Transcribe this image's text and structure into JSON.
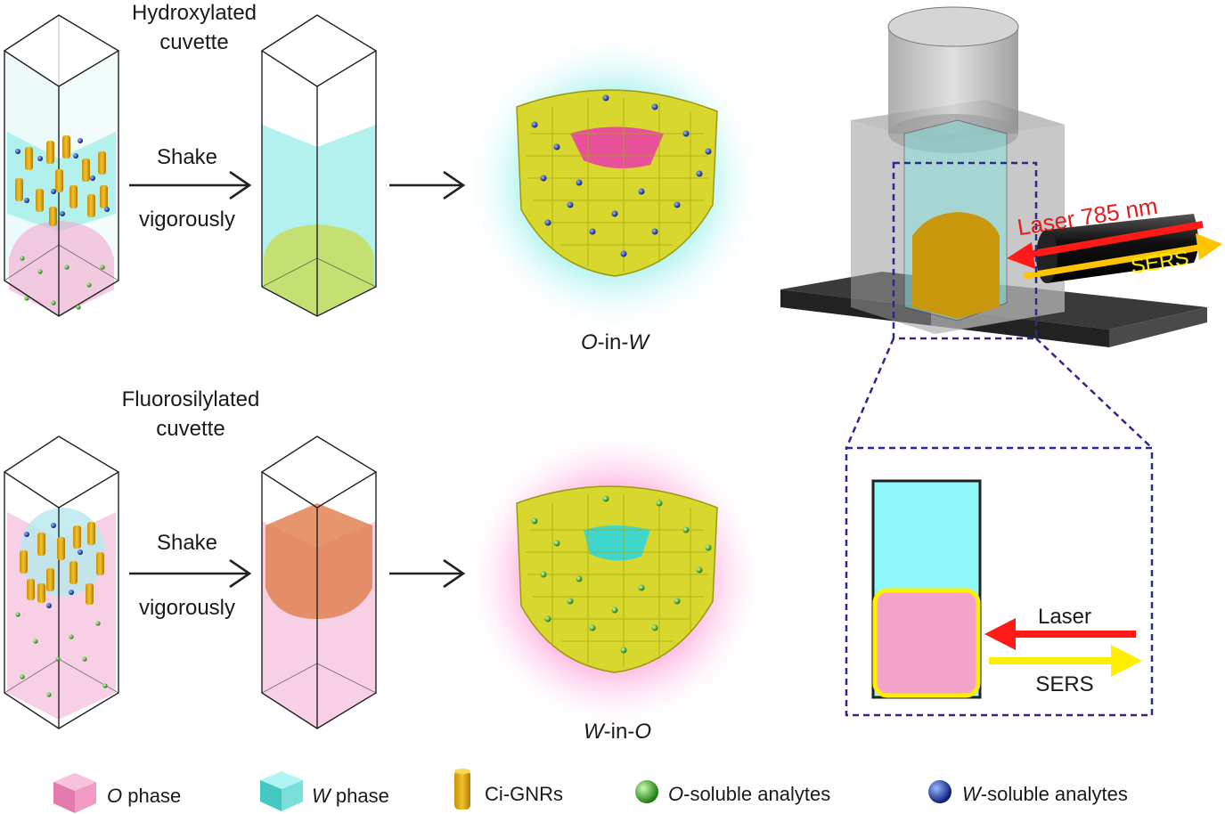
{
  "top_row": {
    "cuvette_title_line1": "Hydroxylated",
    "cuvette_title_line2": "cuvette",
    "shake_line1": "Shake",
    "shake_line2": "vigorously",
    "emulsion_label_a": "O",
    "emulsion_label_mid": "-in-",
    "emulsion_label_b": "W"
  },
  "bottom_row": {
    "cuvette_title_line1": "Fluorosilylated",
    "cuvette_title_line2": "cuvette",
    "shake_line1": "Shake",
    "shake_line2": "vigorously",
    "emulsion_label_a": "W",
    "emulsion_label_mid": "-in-",
    "emulsion_label_b": "O"
  },
  "setup": {
    "laser_label": "Laser 785 nm",
    "sers_label": "SERS"
  },
  "inset": {
    "laser_label": "Laser",
    "sers_label": "SERS"
  },
  "legend": [
    {
      "italic": "O",
      "text": " phase",
      "icon": "o-phase-cube-icon"
    },
    {
      "italic": "W",
      "text": " phase",
      "icon": "w-phase-cube-icon"
    },
    {
      "italic": "",
      "text": "Ci-GNRs",
      "icon": "gold-nanorod-icon"
    },
    {
      "italic": "O",
      "text": "-soluble analytes",
      "icon": "green-sphere-icon"
    },
    {
      "italic": "W",
      "text": "-soluble analytes",
      "icon": "blue-sphere-icon"
    }
  ],
  "colors": {
    "o_phase": "#f4a3c8",
    "w_phase": "#8ff5f0",
    "gold": "#e8c21a",
    "laser": "#ff1a1a",
    "sers": "#ffee00",
    "inset_border": "#2a2a8c"
  }
}
